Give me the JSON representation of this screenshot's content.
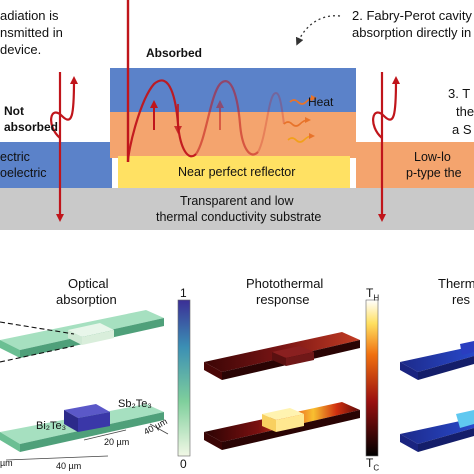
{
  "top_panel": {
    "callout_left_lines": [
      "adiation is",
      "nsmitted in",
      "device."
    ],
    "callout_center_lines": [
      "2. Fabry-Perot cavity",
      "absorption directly in"
    ],
    "callout_right_lines": [
      "3. T",
      "the",
      "a S"
    ],
    "label_absorbed": "Absorbed",
    "label_not_absorbed_lines": [
      "Not",
      "absorbed"
    ],
    "label_heat": "Heat",
    "label_left_material_lines": [
      "ectric",
      "oelectric"
    ],
    "label_right_material_lines": [
      "Low-lo",
      "p-type the"
    ],
    "label_reflector": "Near perfect reflector",
    "label_substrate_lines": [
      "Transparent and low",
      "thermal conductivity substrate"
    ]
  },
  "bottom_panel": {
    "optical_title_lines": [
      "Optical",
      "absorption"
    ],
    "photothermal_title_lines": [
      "Photothermal",
      "response"
    ],
    "third_title_lines": [
      "Therm",
      "res"
    ],
    "material_bi": "Bi₂Te₃",
    "material_sb": "Sb₂Te₃",
    "dim_20": "20 µm",
    "dim_40_right": "40 µm",
    "dim_40_bottom": "40 µm",
    "dim_40_left": "µm",
    "colorbar_abs": {
      "max": "1",
      "min": "0"
    },
    "colorbar_temp": {
      "max": "T",
      "max_sub": "H",
      "min": "T",
      "min_sub": "C"
    }
  },
  "colors": {
    "absorber_blue": "#5b82c9",
    "p_type_orange": "#f4a46e",
    "reflector_yellow": "#ffe163",
    "substrate_gray": "#c9c9c9",
    "ray_red": "#c0151b",
    "device_green": "#5fba8c"
  }
}
